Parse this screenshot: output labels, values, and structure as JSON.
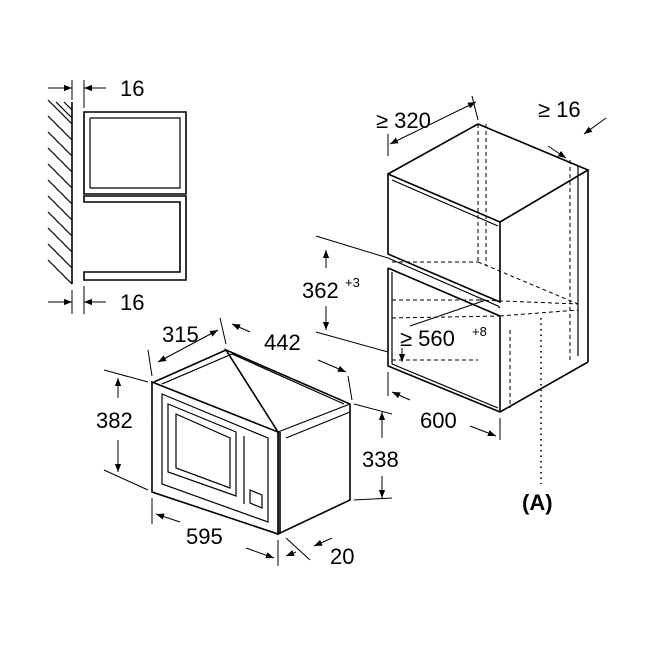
{
  "dimensions": {
    "side_gap_top": "16",
    "side_gap_bottom": "16",
    "niche_depth": "≥ 320",
    "rear_gap": "≥ 16",
    "niche_height": "362",
    "niche_height_tol": "+3",
    "niche_width": "≥ 560",
    "niche_width_tol": "+8",
    "cabinet_width": "600",
    "oven_depth": "315",
    "oven_body_width": "442",
    "oven_height": "382",
    "oven_body_height": "338",
    "oven_front_width": "595",
    "front_thickness": "20"
  },
  "labels": {
    "callout_a": "(A)"
  }
}
